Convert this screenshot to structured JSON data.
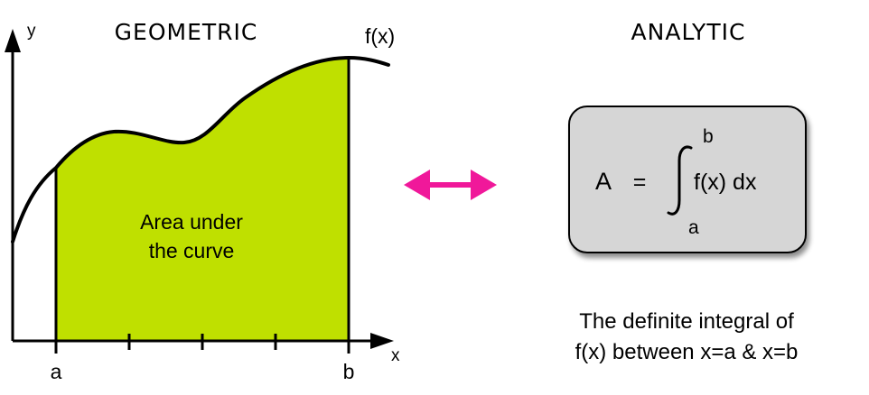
{
  "geometric": {
    "heading": "GEOMETRIC",
    "y_axis_label": "y",
    "x_axis_label": "x",
    "function_label": "f(x)",
    "region_label_line1": "Area under",
    "region_label_line2": "the curve",
    "lower_bound_label": "a",
    "upper_bound_label": "b"
  },
  "analytic": {
    "heading": "ANALYTIC",
    "formula_lhs": "A",
    "formula_eq": "=",
    "formula_upper_limit": "b",
    "formula_lower_limit": "a",
    "formula_integrand": "f(x) dx",
    "caption_line1": "The definite integral of",
    "caption_line2": "f(x) between x=a & x=b"
  },
  "colors": {
    "area_fill": "#bfe000",
    "arrow": "#f0189a",
    "formula_box_fill": "#d6d6d6",
    "ink": "#000000"
  }
}
